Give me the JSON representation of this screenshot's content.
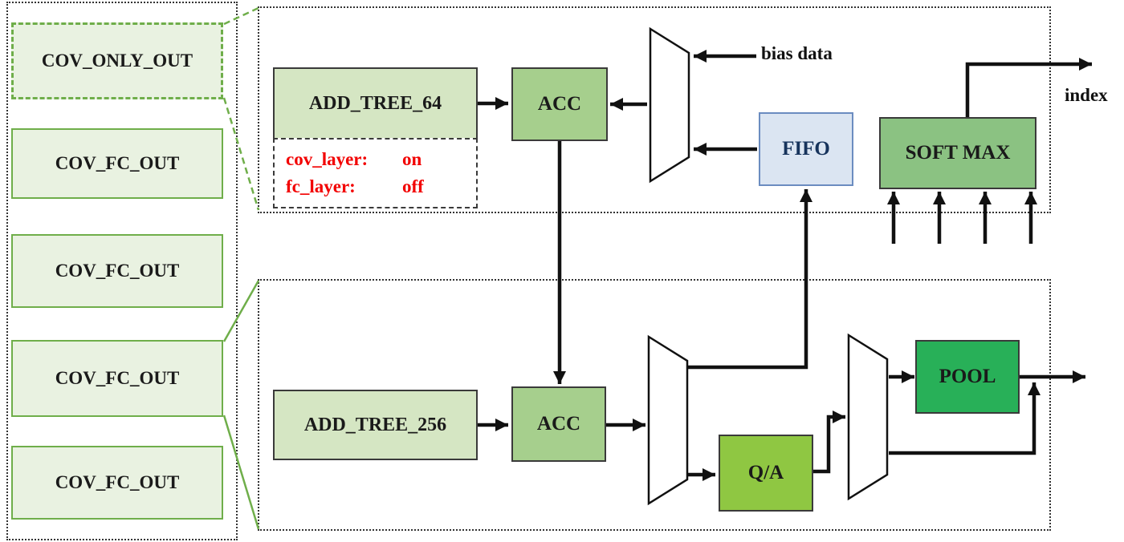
{
  "colors": {
    "green-line": "#6fae4a",
    "green-pale": "#e9f2e1",
    "green-light": "#d5e6c3",
    "green-mid": "#a6cf8d",
    "green-soft": "#8bc282",
    "green-bright": "#8fc742",
    "green-deep": "#28b058",
    "blue-pale": "#dbe5f2",
    "blue-line": "#6b8cc0",
    "red": "#f20000"
  },
  "left_panel": {
    "items": [
      {
        "label": "COV_ONLY_OUT"
      },
      {
        "label": "COV_FC_OUT"
      },
      {
        "label": "COV_FC_OUT"
      },
      {
        "label": "COV_FC_OUT"
      },
      {
        "label": "COV_FC_OUT"
      }
    ]
  },
  "top_panel": {
    "add_tree_label": "ADD_TREE_64",
    "config": [
      {
        "key": "cov_layer:",
        "value": "on"
      },
      {
        "key": "fc_layer:",
        "value": "off"
      }
    ],
    "acc_label": "ACC",
    "fifo_label": "FIFO",
    "softmax_label": "SOFT MAX",
    "bias_label": "bias data",
    "index_label": "index"
  },
  "bottom_panel": {
    "add_tree_label": "ADD_TREE_256",
    "acc_label": "ACC",
    "qa_label": "Q/A",
    "pool_label": "POOL"
  }
}
